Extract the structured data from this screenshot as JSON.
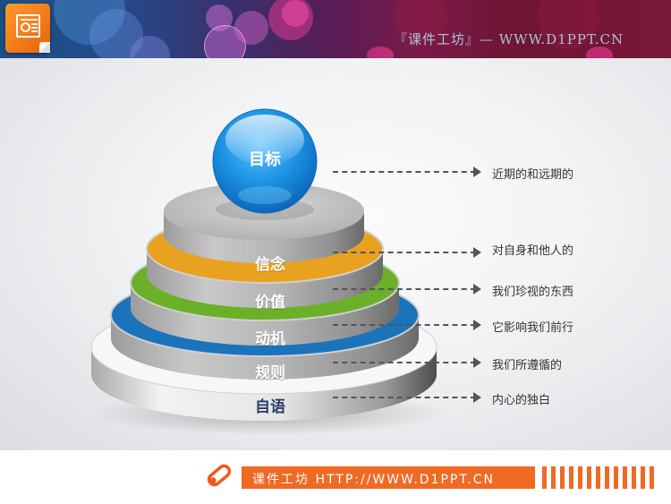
{
  "header": {
    "logo_icon": "powerpoint-icon",
    "site_title": "『课件工坊』— WWW.D1PPT.CN"
  },
  "diagram": {
    "top": {
      "label": "目标",
      "description": "近期的和远期的",
      "color": "#1a8fe0"
    },
    "tiers": [
      {
        "label": "信念",
        "description": "对自身和他人的",
        "ring_color": "#e8a21f"
      },
      {
        "label": "价值",
        "description": "我们珍视的东西",
        "ring_color": "#6cb02a"
      },
      {
        "label": "动机",
        "description": "它影响我们前行",
        "ring_color": "#1b74bb"
      },
      {
        "label": "规则",
        "description": "我们所遵循的",
        "ring_color": "#ffffff"
      },
      {
        "label": "自语",
        "description": "内心的独白",
        "ring_color": "#ffffff"
      }
    ]
  },
  "footer": {
    "icon": "pencil-icon",
    "text": "课件工坊 HTTP://WWW.D1PPT.CN",
    "accent_color": "#ef6a23"
  }
}
